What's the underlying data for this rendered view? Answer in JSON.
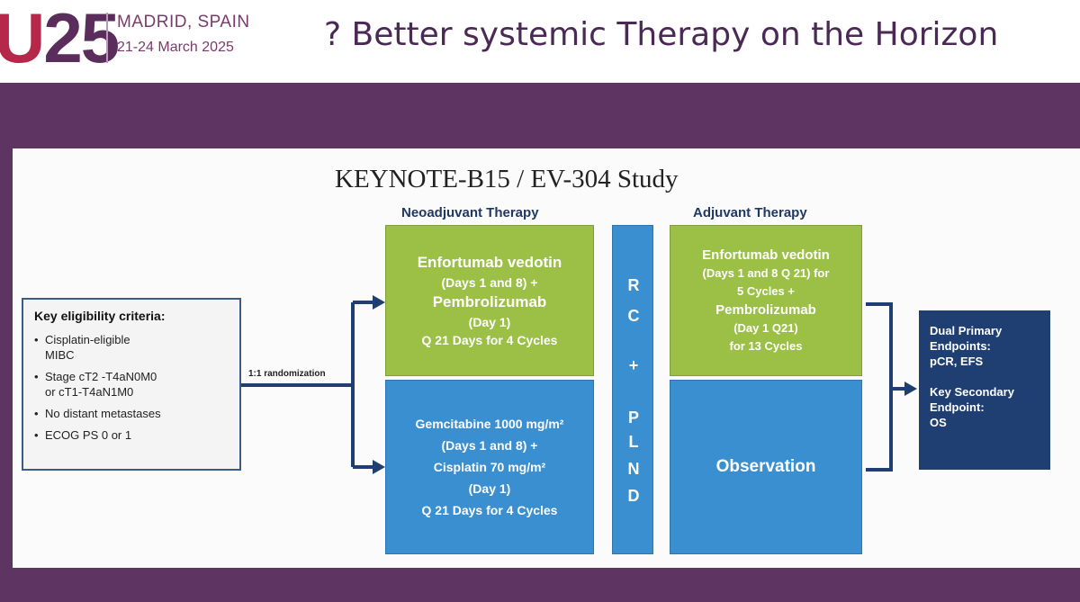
{
  "header": {
    "logo_prefix": "U",
    "logo_number": "25",
    "location": "MADRID, SPAIN",
    "dates": "21-24 March 2025",
    "slide_title": "? Better systemic Therapy on the Horizon"
  },
  "diagram": {
    "study_title": "KEYNOTE-B15 / EV-304 Study",
    "neoadjuvant_heading": "Neoadjuvant Therapy",
    "adjuvant_heading": "Adjuvant Therapy",
    "randomization_label": "1:1 randomization",
    "criteria": {
      "heading": "Key eligibility criteria:",
      "items": [
        [
          "Cisplatin-eligible",
          "MIBC"
        ],
        [
          "Stage cT2 -T4aN0M0",
          "or cT1-T4aN1M0"
        ],
        [
          "No distant metastases"
        ],
        [
          "ECOG PS 0 or 1"
        ]
      ]
    },
    "neo_green": [
      "Enfortumab vedotin",
      "(Days 1 and 8) +",
      "Pembrolizumab",
      "(Day 1)",
      "Q 21 Days for 4 Cycles"
    ],
    "neo_blue": [
      "Gemcitabine 1000 mg/m²",
      "(Days 1 and 8) +",
      "Cisplatin 70 mg/m²",
      "(Day 1)",
      "Q 21 Days for 4 Cycles"
    ],
    "surgery_letters": [
      "R",
      "C",
      "+",
      "P",
      "L",
      "N",
      "D"
    ],
    "adj_green": [
      "Enfortumab vedotin",
      "(Days 1 and 8 Q 21) for",
      "5 Cycles +",
      "Pembrolizumab",
      "(Day 1 Q21)",
      "for 13 Cycles"
    ],
    "adj_blue": "Observation",
    "endpoints": {
      "primary_label": [
        "Dual Primary",
        "Endpoints:"
      ],
      "primary_value": "pCR, EFS",
      "secondary_label": [
        "Key Secondary",
        "Endpoint:"
      ],
      "secondary_value": "OS"
    }
  },
  "colors": {
    "band": "#5e3462",
    "green": "#9bc045",
    "blue": "#3a8fd1",
    "navy": "#1f3f72",
    "connector": "#1f3f72"
  }
}
